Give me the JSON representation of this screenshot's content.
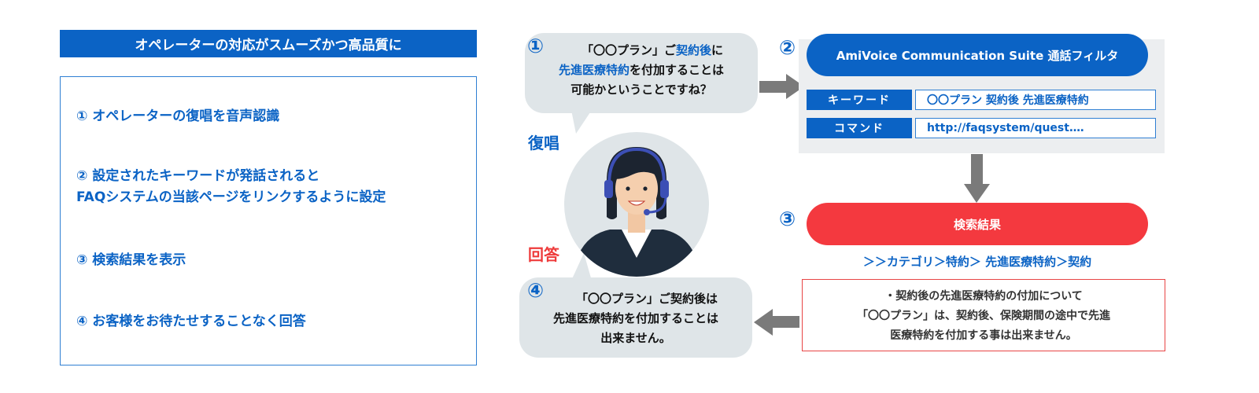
{
  "left": {
    "header": "オペレーターの対応がスムーズかつ高品質に",
    "steps": [
      {
        "line1": "① オペレーターの復唱を音声認識"
      },
      {
        "line1": "② 設定されたキーワードが発話されると",
        "line2": "FAQシステムの当該ページをリンクするように設定"
      },
      {
        "line1": "③ 検索結果を表示"
      },
      {
        "line1": "④ お客様をお待たせすることなく回答"
      }
    ]
  },
  "flow": {
    "numbers": [
      "①",
      "②",
      "③",
      "④"
    ],
    "bubble1": {
      "line1_prefix": "「〇〇プラン」ご",
      "line1_highlight": "契約後",
      "line1_suffix": "に",
      "line2_highlight": "先進医療特約",
      "line2_suffix": "を付加することは",
      "line3": "可能かということですね？"
    },
    "label_repeat": "復唱",
    "label_answer": "回答",
    "bubble4": {
      "line1": "「〇〇プラン」ご契約後は",
      "line2": "先進医療特約を付加することは",
      "line3": "出来ません。"
    },
    "amivoice": {
      "title": "AmiVoice Communication Suite 通話フィルタ",
      "rows": [
        {
          "label": "キーワード",
          "value": "〇〇プラン  契約後  先進医療特約"
        },
        {
          "label": "コマンド",
          "value": "http://faqsystem/quest‥‥"
        }
      ]
    },
    "result": {
      "title": "検索結果",
      "breadcrumb": "＞＞カテゴリ＞特約＞ 先進医療特約＞契約"
    },
    "answer": {
      "line1": "・契約後の先進医療特約の付加について",
      "line2": "「〇〇プラン」は、契約後、保険期間の途中で先進",
      "line3": "医療特約を付加する事は出来ません。"
    }
  },
  "colors": {
    "primary_blue": "#0b63c5",
    "result_red": "#f4393f",
    "bubble_gray": "#dfe5e8",
    "arrow_gray": "#7a7a7a"
  }
}
